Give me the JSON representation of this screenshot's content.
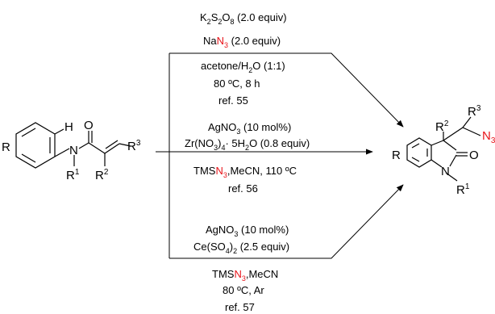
{
  "scheme": {
    "top_conditions": {
      "oxidant": {
        "prefix": "K",
        "sub1": "2",
        "mid1": "S",
        "sub2": "2",
        "mid2": "O",
        "sub3": "8",
        "suffix": " (2.0 equiv)"
      },
      "azide": {
        "prefix": "Na",
        "red": "N",
        "sub": "3",
        "suffix": " (2.0 equiv)"
      }
    },
    "route1": {
      "solvent": {
        "prefix": "acetone/H",
        "sub": "2",
        "suffix": "O (1:1)"
      },
      "temp": "80 ºC, 8 h",
      "ref": "ref. 55"
    },
    "route2": {
      "catalyst": {
        "prefix": "AgNO",
        "sub": "3",
        "suffix": " (10 mol%)"
      },
      "additive": {
        "p1": "Zr(NO",
        "s1": "3",
        "p2": ")",
        "s2": "4",
        "p3": "· 5H",
        "s3": "2",
        "p4": "O (0.8 equiv)"
      },
      "reagent": {
        "prefix": "TMS",
        "red": "N",
        "sub": "3",
        "suffix": ",MeCN, 110 ºC"
      },
      "ref": "ref. 56"
    },
    "route3": {
      "catalyst": {
        "prefix": "AgNO",
        "sub": "3",
        "suffix": " (10 mol%)"
      },
      "oxidant": {
        "p1": "Ce(SO",
        "s1": "4",
        "p2": ")",
        "s2": "2",
        "p3": " (2.5 equiv)"
      },
      "reagent": {
        "prefix": "TMS",
        "red": "N",
        "sub": "3",
        "suffix": ",MeCN"
      },
      "temp": "80 ºC, Ar",
      "ref": "ref. 57"
    },
    "substrate": {
      "R": "R",
      "H": "H",
      "O": "O",
      "N": "N",
      "R1": "R",
      "R1_sup": "1",
      "R2": "R",
      "R2_sup": "2",
      "R3": "R",
      "R3_sup": "3"
    },
    "product": {
      "R": "R",
      "N": "N",
      "O": "O",
      "R1": "R",
      "R1_sup": "1",
      "R2": "R",
      "R2_sup": "2",
      "R3": "R",
      "R3_sup": "3",
      "N3": "N",
      "N3_sub": "3"
    },
    "colors": {
      "azide": "#e8141a",
      "text": "#000000"
    }
  }
}
